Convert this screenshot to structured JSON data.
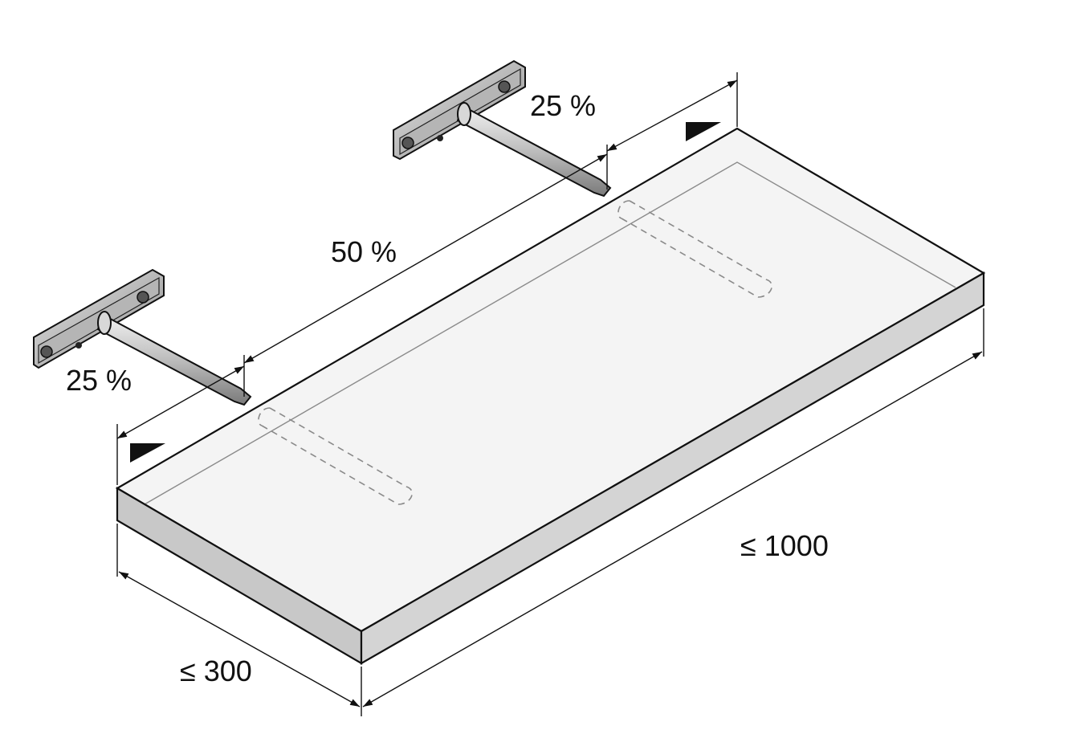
{
  "labels": {
    "top_right_offset": "25 %",
    "middle_spacing": "50 %",
    "left_offset": "25 %",
    "length_limit": "≤ 1000",
    "depth_limit": "≤ 300"
  },
  "colors": {
    "shelf_top": "#f4f4f4",
    "shelf_front": "#c8c8c8",
    "shelf_side": "#d9d9d9",
    "outline": "#111111",
    "bracket_plate": "#a9a9a9",
    "bracket_rod": "#bdbdbd",
    "hidden_line": "#8a8a8a"
  }
}
